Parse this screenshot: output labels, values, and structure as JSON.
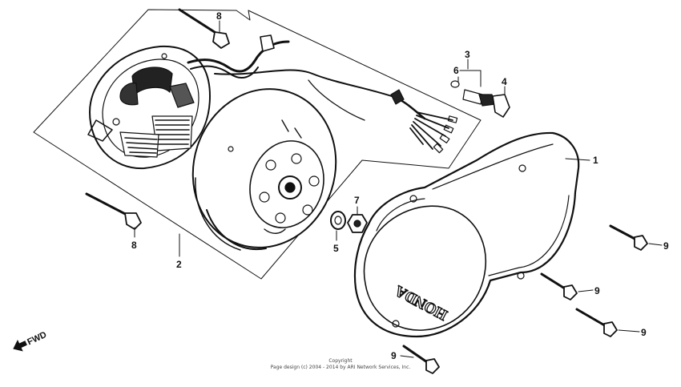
{
  "callouts": {
    "c1": "1",
    "c2": "2",
    "c3": "3",
    "c4": "4",
    "c5": "5",
    "c6": "6",
    "c7": "7",
    "c8a": "8",
    "c8b": "8",
    "c9a": "9",
    "c9b": "9",
    "c9c": "9",
    "c9d": "9"
  },
  "cover_brand": "HONDA",
  "direction_label": "FWD",
  "copyright": {
    "line1": "Copyright",
    "line2": "Page design (c) 2004 - 2014 by ARI Network Services, Inc."
  },
  "icons": {
    "direction": "fwd-arrow-icon"
  }
}
